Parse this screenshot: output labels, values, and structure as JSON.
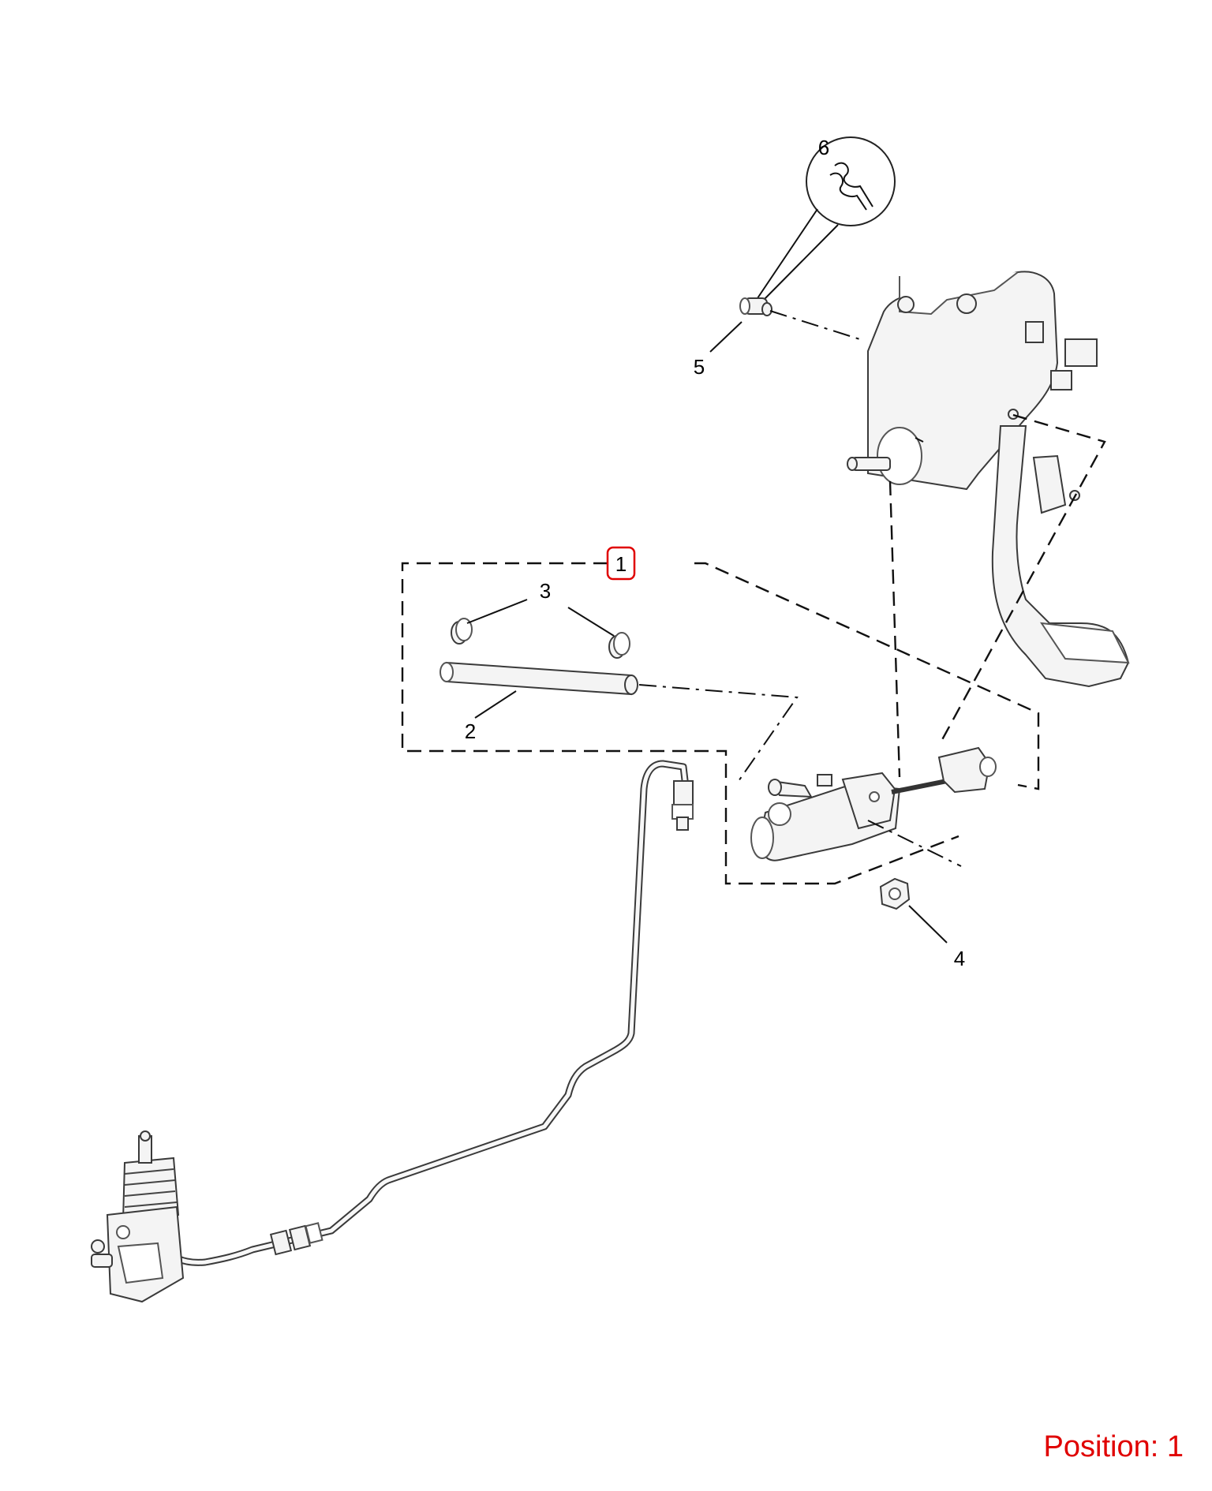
{
  "diagram": {
    "callouts": [
      {
        "id": "1",
        "label": "1",
        "highlighted": true
      },
      {
        "id": "2",
        "label": "2"
      },
      {
        "id": "3",
        "label": "3"
      },
      {
        "id": "4",
        "label": "4"
      },
      {
        "id": "5",
        "label": "5"
      },
      {
        "id": "6",
        "label": "6"
      }
    ],
    "highlight_color": "#e00000"
  },
  "footer": {
    "position_label": "Position: 1"
  }
}
